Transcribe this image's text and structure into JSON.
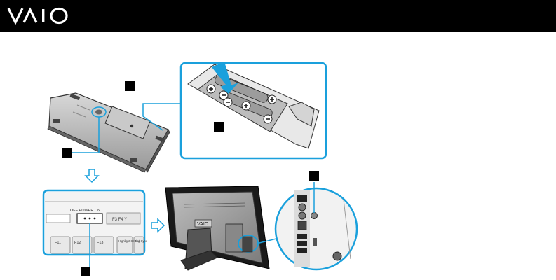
{
  "header": {
    "logo_text": "VAIO",
    "bar_color": "#000000",
    "logo_color": "#ffffff"
  },
  "figure": {
    "accent_color": "#1aa0dc",
    "keyboard_labels": {
      "switch_label": "OFF  POWER  ON",
      "key_f11": "F11",
      "key_f12": "F12",
      "key_f13": "F13",
      "key_highlight": "Highlight Setting",
      "key_end": "End Sync"
    },
    "computer_badge": "VAIO"
  }
}
